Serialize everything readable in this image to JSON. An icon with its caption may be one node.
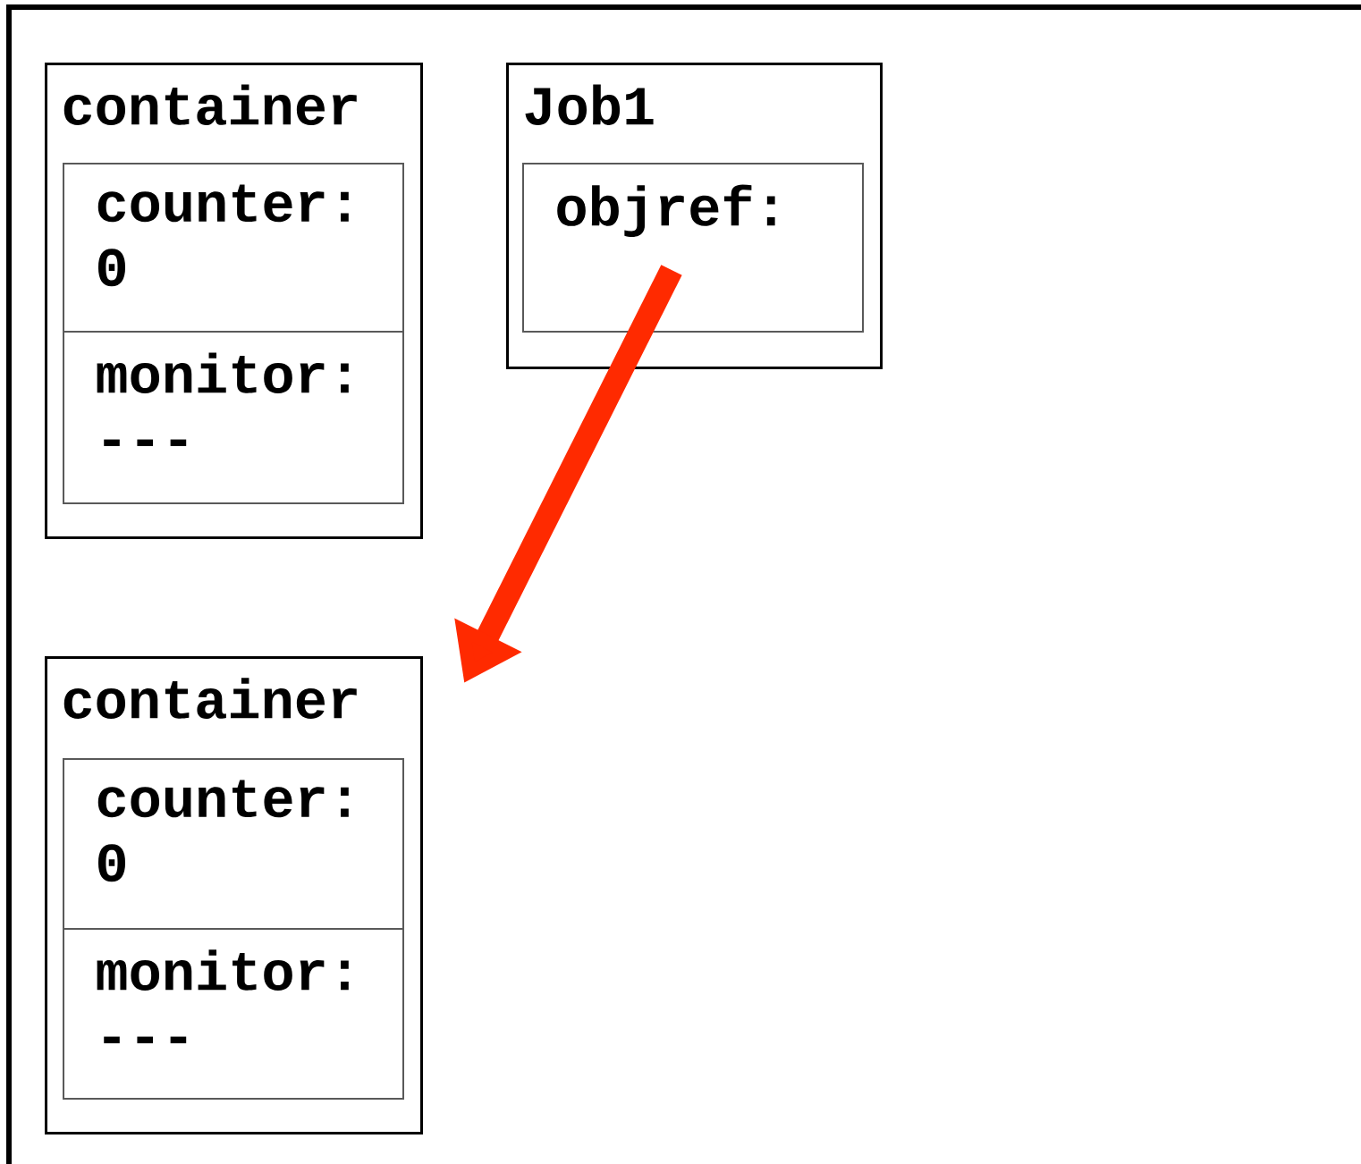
{
  "diagram": {
    "nodes": [
      {
        "text": [
          "container"
        ]
      },
      {
        "text": [
          "counter: 0"
        ],
        "in": 0
      },
      {
        "text": [
          "monitor: ---"
        ],
        "in": 0
      },
      {
        "text": [
          "Job1"
        ]
      },
      {
        "text": [
          "objref:"
        ],
        "in": 3
      },
      {
        "text": [
          "container"
        ]
      },
      {
        "text": [
          "counter: 0"
        ],
        "in": 5
      },
      {
        "text": [
          "monitor: ---"
        ],
        "in": 5
      }
    ],
    "edges": [
      {
        "from": 4,
        "to": 5,
        "arrow": "to",
        "color": "#ff2a00"
      }
    ]
  }
}
